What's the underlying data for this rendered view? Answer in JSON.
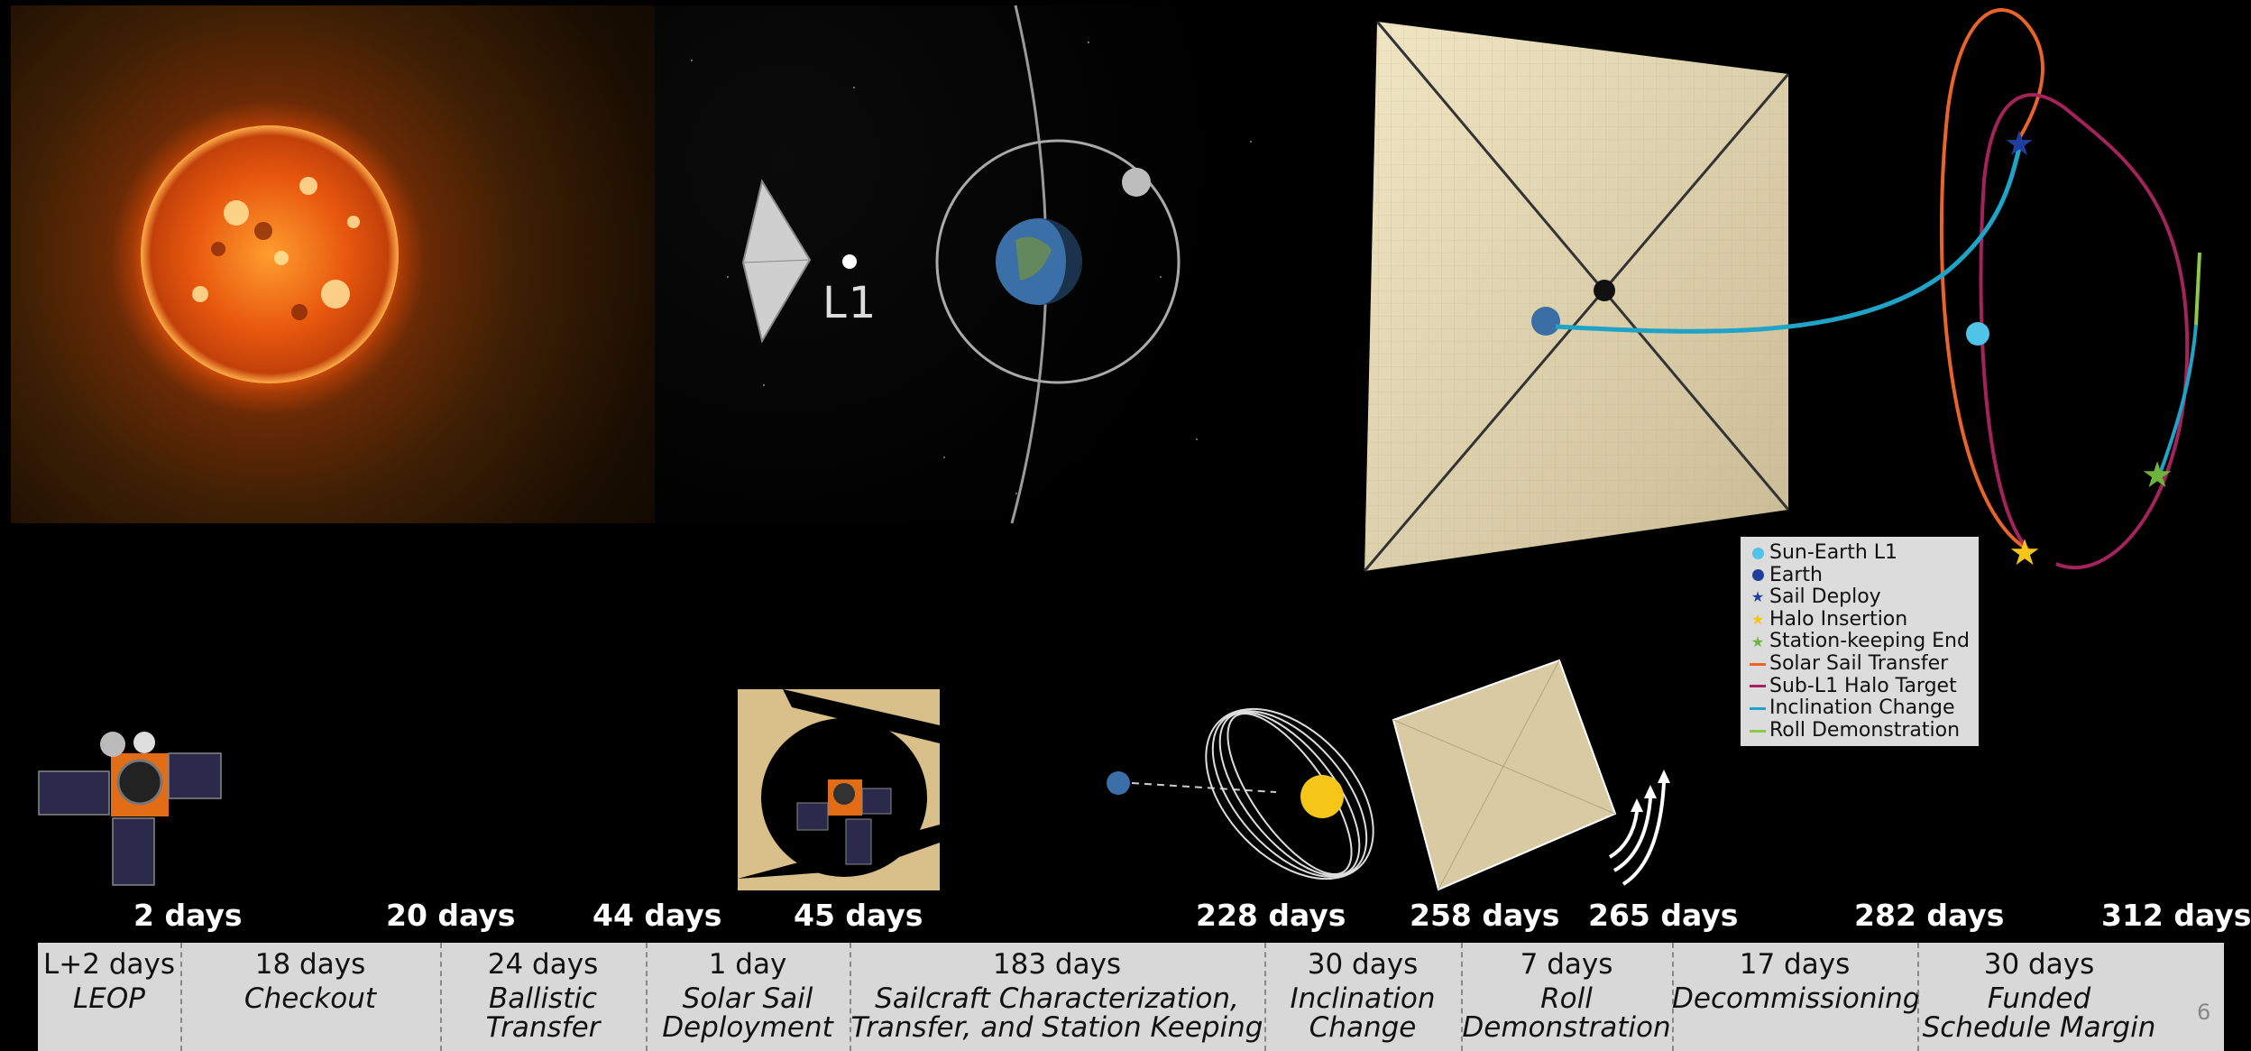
{
  "top_panels": {
    "l1_label": "L1"
  },
  "legend": {
    "items": [
      {
        "label": "Sun-Earth L1",
        "symbol": "circle",
        "color": "#4fc3e8"
      },
      {
        "label": "Earth",
        "symbol": "circle",
        "color": "#1f3e9e"
      },
      {
        "label": "Sail Deploy",
        "symbol": "star",
        "color": "#1f3e9e"
      },
      {
        "label": "Halo Insertion",
        "symbol": "star",
        "color": "#f5c518"
      },
      {
        "label": "Station-keeping End",
        "symbol": "star",
        "color": "#6fb33c"
      },
      {
        "label": "Solar Sail Transfer",
        "symbol": "line",
        "color": "#e8642a"
      },
      {
        "label": "Sub-L1 Halo Target",
        "symbol": "line",
        "color": "#a3235a"
      },
      {
        "label": "Inclination Change",
        "symbol": "line",
        "color": "#1fa3c6"
      },
      {
        "label": "Roll Demonstration",
        "symbol": "line",
        "color": "#8cc84b"
      }
    ]
  },
  "milestones": [
    "2 days",
    "20 days",
    "44 days",
    "45 days",
    "228 days",
    "258 days",
    "265 days",
    "282 days",
    "312 days"
  ],
  "phases": [
    {
      "duration": "L+2 days",
      "name": [
        "LEOP"
      ]
    },
    {
      "duration": "18 days",
      "name": [
        "Checkout"
      ]
    },
    {
      "duration": "24 days",
      "name": [
        "Ballistic",
        "Transfer"
      ]
    },
    {
      "duration": "1 day",
      "name": [
        "Solar Sail",
        "Deployment"
      ]
    },
    {
      "duration": "183 days",
      "name": [
        "Sailcraft Characterization,",
        "Transfer, and Station Keeping"
      ]
    },
    {
      "duration": "30 days",
      "name": [
        "Inclination",
        "Change"
      ]
    },
    {
      "duration": "7 days",
      "name": [
        "Roll",
        "Demonstration"
      ]
    },
    {
      "duration": "17 days",
      "name": [
        "Decommissioning"
      ]
    },
    {
      "duration": "30 days",
      "name": [
        "Funded",
        "Schedule Margin"
      ]
    }
  ],
  "page_number": "6"
}
